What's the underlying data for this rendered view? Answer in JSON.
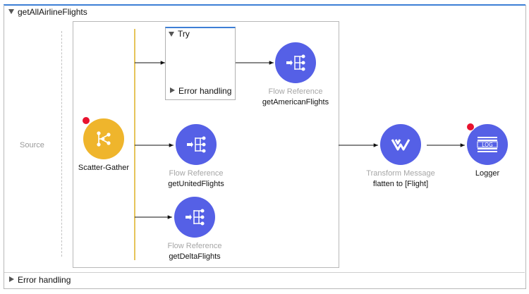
{
  "flow": {
    "title": "getAllAirlineFlights",
    "error_handling_label": "Error handling",
    "source_label": "Source"
  },
  "scatter_gather": {
    "label": "Scatter-Gather",
    "color": "#efb52c"
  },
  "try_scope": {
    "title": "Try",
    "error_handling_label": "Error handling"
  },
  "nodes": {
    "american": {
      "type": "Flow Reference",
      "name": "getAmericanFlights"
    },
    "united": {
      "type": "Flow Reference",
      "name": "getUnitedFlights"
    },
    "delta": {
      "type": "Flow Reference",
      "name": "getDeltaFlights"
    },
    "transform": {
      "type": "Transform Message",
      "name": "flatten to [Flight]"
    },
    "logger": {
      "name": "Logger",
      "icon_text": "LOG"
    }
  },
  "colors": {
    "accent": "#3d7fd6",
    "component": "#5560e6",
    "error_marker": "#e8122e",
    "route_bar": "#e6c45a"
  },
  "icons": {
    "flow_reference": "flow-reference-icon",
    "scatter_gather": "scatter-gather-icon",
    "transform": "transform-message-icon",
    "logger": "logger-icon"
  }
}
